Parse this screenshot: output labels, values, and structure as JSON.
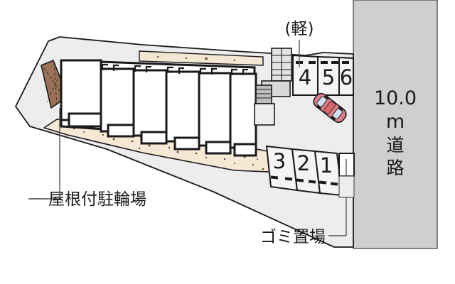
{
  "plan": {
    "title": "apartment-site-plan",
    "road": {
      "label_lines": [
        "10.0",
        "m",
        "道",
        "路"
      ],
      "color": "#cfcfcf"
    },
    "annotations": [
      {
        "id": "kei-note",
        "text": "(軽)",
        "role": "compact-car-space-note"
      },
      {
        "id": "bicycle",
        "text": "屋根付駐輪場",
        "role": "covered-bicycle-parking"
      },
      {
        "id": "garbage",
        "text": "ゴミ置場",
        "role": "garbage-collection-point"
      }
    ],
    "parking": {
      "upper_row": [
        "4",
        "5",
        "6"
      ],
      "lower_row": [
        "3",
        "2",
        "1"
      ]
    },
    "building": {
      "units": 6,
      "corridor": "balcony-walkway"
    },
    "car": {
      "color": "#e0808a",
      "role": "parked-car-illustration"
    },
    "colors": {
      "site": "#ededed",
      "ground": "#f7e8d5",
      "bicycle_shed": "#9b7259",
      "corridor": "#f3e6d2",
      "road": "#cfcfcf",
      "outline": "#1a1a1a",
      "building_fill": "#ffffff"
    }
  }
}
